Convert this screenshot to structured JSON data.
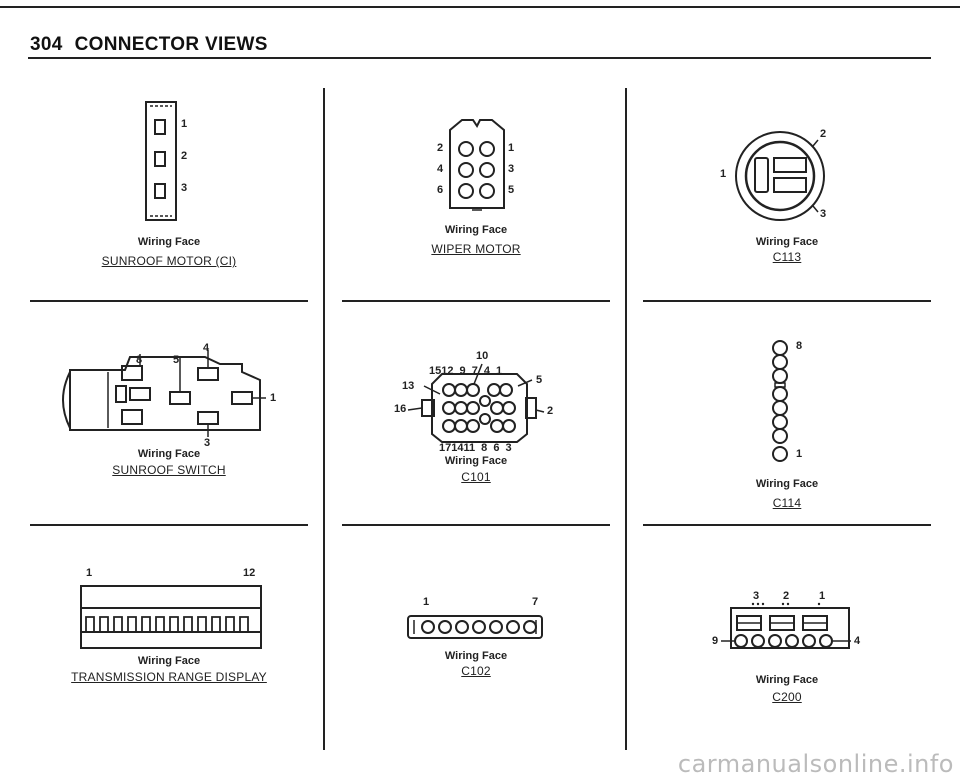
{
  "header": {
    "page_number": "304",
    "title": "CONNECTOR VIEWS"
  },
  "connectors": {
    "sunroof_motor": {
      "face": "Wiring Face",
      "title": "SUNROOF MOTOR (CI)",
      "pins": [
        "1",
        "2",
        "3"
      ]
    },
    "wiper_motor": {
      "face": "Wiring Face",
      "title": "WIPER MOTOR",
      "pins": [
        "1",
        "2",
        "3",
        "4",
        "5",
        "6"
      ]
    },
    "c113": {
      "face": "Wiring Face",
      "title": "C113",
      "pins": [
        "1",
        "2",
        "3"
      ]
    },
    "sunroof_switch": {
      "face": "Wiring Face",
      "title": "SUNROOF SWITCH",
      "pins": [
        "8",
        "5",
        "4",
        "1",
        "3"
      ]
    },
    "c101": {
      "face": "Wiring Face",
      "title": "C101",
      "top_pin": "10",
      "top_row": "1512 9 7 4 1",
      "left_upper": "13",
      "left_lower": "16",
      "right_upper": "5",
      "right_lower": "2",
      "bottom_row": "171411 8 6 3"
    },
    "c114": {
      "face": "Wiring Face",
      "title": "C114",
      "pins": [
        "8",
        "1"
      ]
    },
    "transmission": {
      "face": "Wiring Face",
      "title": "TRANSMISSION RANGE DISPLAY",
      "pins": [
        "1",
        "12"
      ]
    },
    "c102": {
      "face": "Wiring Face",
      "title": "C102",
      "pins": [
        "1",
        "7"
      ]
    },
    "c200": {
      "face": "Wiring Face",
      "title": "C200",
      "pins": [
        "3",
        "2",
        "1",
        "9",
        "4"
      ]
    }
  },
  "watermark": "carmanualsonline.info"
}
